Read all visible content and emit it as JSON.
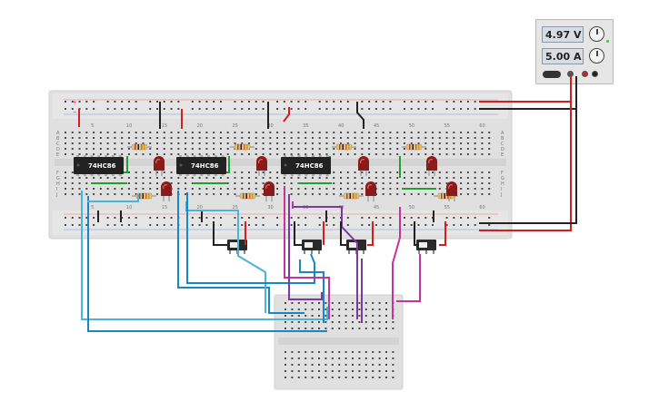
{
  "power_supply": {
    "voltage_display": "4.97 V",
    "current_display": "5.00 A",
    "wire_colors": {
      "positive": "#d22020",
      "negative": "#222222"
    }
  },
  "breadboard_main": {
    "column_numbers": [
      "5",
      "10",
      "15",
      "20",
      "25",
      "30",
      "35",
      "40",
      "45",
      "50",
      "55",
      "60"
    ],
    "row_letters_top": [
      "A",
      "B",
      "C",
      "D",
      "E"
    ],
    "row_letters_bottom": [
      "F",
      "G",
      "H",
      "I",
      "J"
    ],
    "rail_plus": "+",
    "rail_minus": "−"
  },
  "chips": [
    {
      "label": "74HC86"
    },
    {
      "label": "74HC86"
    },
    {
      "label": "74HC86"
    }
  ],
  "components": {
    "resistor_count": 8,
    "led_count": 8,
    "switch_count": 4
  },
  "wire_palette": {
    "red": "#d22020",
    "black": "#222222",
    "green": "#20a030",
    "blue": "#1a86c8",
    "light_blue": "#49b6d8",
    "purple": "#7a3aa0",
    "magenta": "#c0369a"
  }
}
